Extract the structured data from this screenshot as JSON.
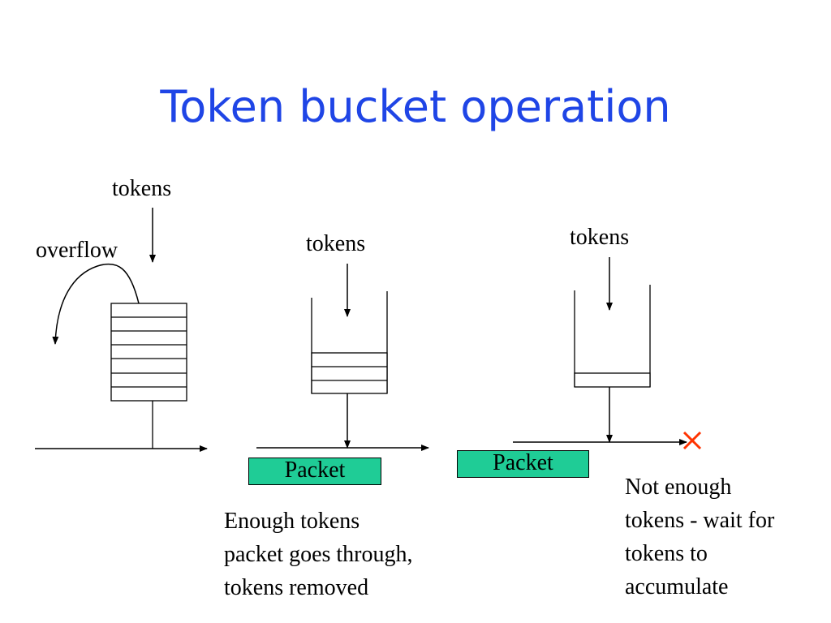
{
  "slide": {
    "title": "Token bucket operation"
  },
  "scenario_1": {
    "tokens_label": "tokens",
    "overflow_label": "overflow"
  },
  "scenario_2": {
    "tokens_label": "tokens",
    "packet_label": "Packet",
    "caption": [
      "Enough tokens",
      "packet goes through,",
      "tokens removed"
    ]
  },
  "scenario_3": {
    "tokens_label": "tokens",
    "packet_label": "Packet",
    "caption": [
      "Not enough",
      "tokens - wait for",
      "tokens to",
      "accumulate"
    ]
  },
  "colors": {
    "title": "#1f45e6",
    "packet_fill": "#1fcc96",
    "blocked_mark": "#ff3300"
  }
}
